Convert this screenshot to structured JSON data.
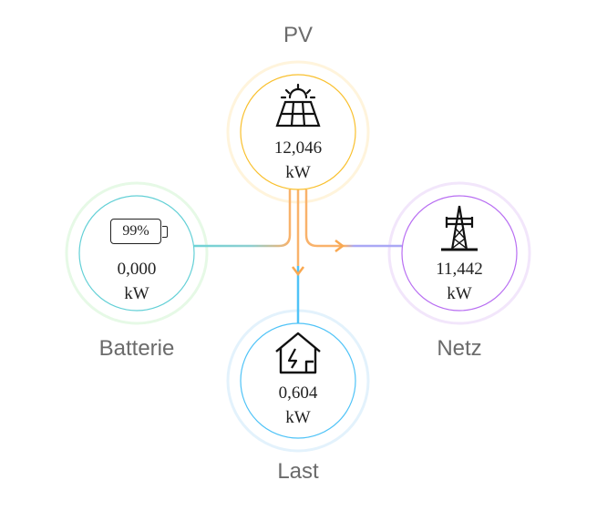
{
  "nodes": {
    "pv": {
      "label": "PV",
      "value": "12,046",
      "unit": "kW",
      "color": "#f9c02e"
    },
    "battery": {
      "label": "Batterie",
      "value": "0,000",
      "unit": "kW",
      "soc": "99%",
      "color": "#63d0d6"
    },
    "grid": {
      "label": "Netz",
      "value": "11,442",
      "unit": "kW",
      "color": "#b86ef2"
    },
    "load": {
      "label": "Last",
      "value": "0,604",
      "unit": "kW",
      "color": "#4fc3f7"
    }
  },
  "flow_color": "#f9b26b"
}
